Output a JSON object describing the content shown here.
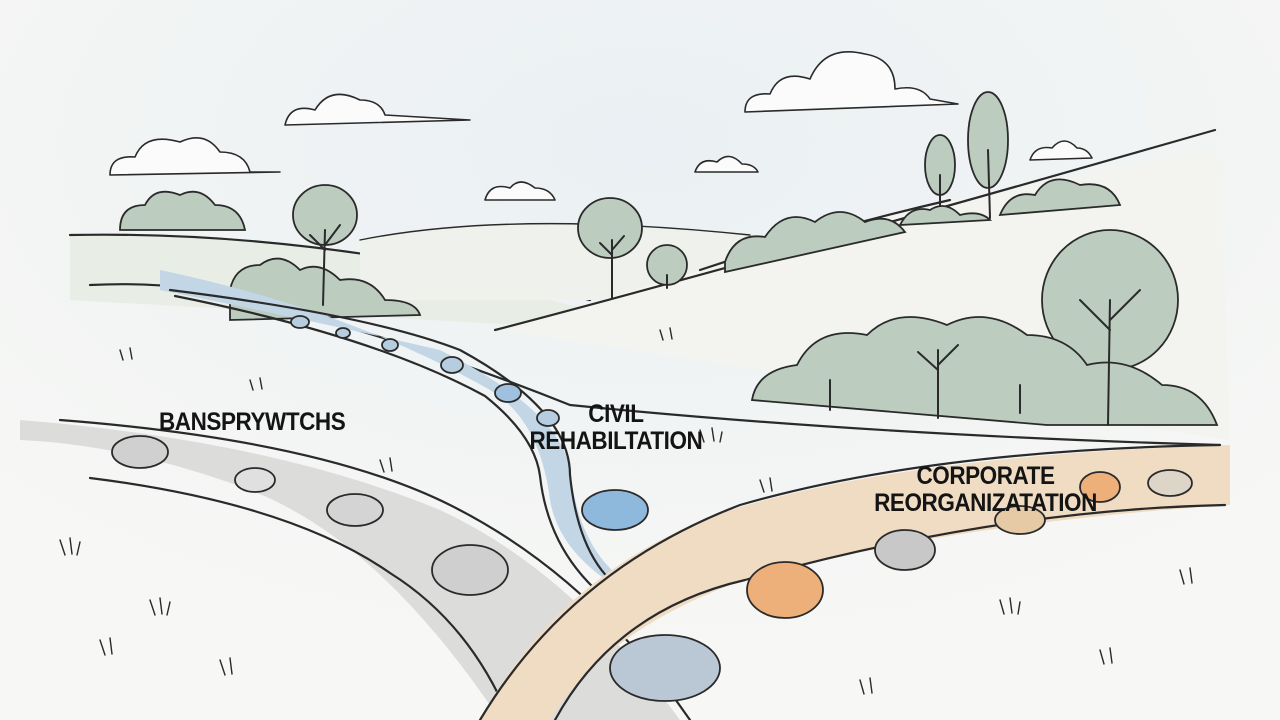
{
  "labels": {
    "left_path": "BANSPRYWTCHS",
    "middle_stream_line1": "CIVIL",
    "middle_stream_line2": "REHABILTATION",
    "right_path_line1": "CORPORATE",
    "right_path_line2": "REORGANIZATATION"
  },
  "colors": {
    "sky": "#eef2f4",
    "foliage": "#bccdc0",
    "gray_path": "#dcdcdc",
    "stream": "#b9cfe2",
    "tan_path": "#efdcc0",
    "orange_stone": "#eeb47e",
    "ink": "#2a2a2a"
  }
}
